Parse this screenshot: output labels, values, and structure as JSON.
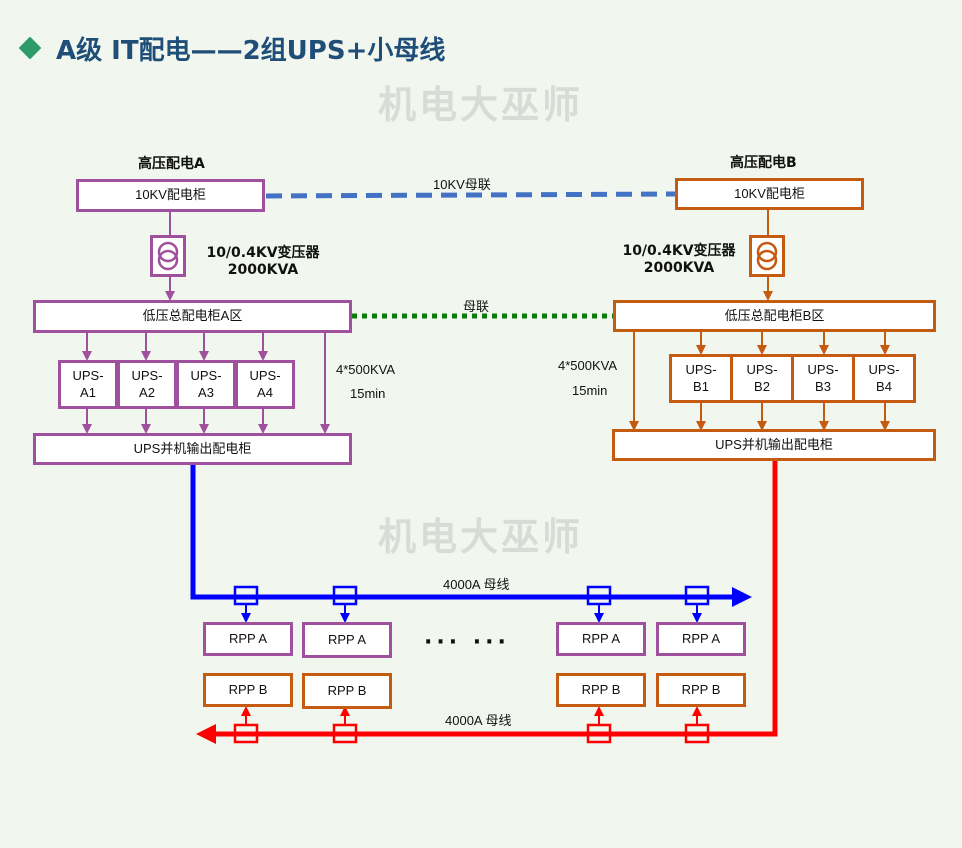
{
  "title": "A级 IT配电——2组UPS+小母线",
  "watermark": "机电大巫师",
  "colors": {
    "purple": "#a0519d",
    "orange": "#c55a11",
    "blue_bus": "#0000ff",
    "red_bus": "#ff0000",
    "dash_blue": "#4472c4",
    "dot_green": "#0a7a0a",
    "title": "#1f4e79",
    "diamond": "#2e9a6a"
  },
  "side_a": {
    "header": "高压配电A",
    "hv_cabinet": "10KV配电柜",
    "transformer_label_line1": "10/0.4KV变压器",
    "transformer_label_line2": "2000KVA",
    "lv_cabinet": "低压总配电柜A区",
    "ups": [
      {
        "line1": "UPS-",
        "line2": "A1"
      },
      {
        "line1": "UPS-",
        "line2": "A2"
      },
      {
        "line1": "UPS-",
        "line2": "A3"
      },
      {
        "line1": "UPS-",
        "line2": "A4"
      }
    ],
    "ups_capacity": "4*500KVA",
    "ups_backup": "15min",
    "ups_output": "UPS并机输出配电柜"
  },
  "side_b": {
    "header": "高压配电B",
    "hv_cabinet": "10KV配电柜",
    "transformer_label_line1": "10/0.4KV变压器",
    "transformer_label_line2": "2000KVA",
    "lv_cabinet": "低压总配电柜B区",
    "ups": [
      {
        "line1": "UPS-",
        "line2": "B1"
      },
      {
        "line1": "UPS-",
        "line2": "B2"
      },
      {
        "line1": "UPS-",
        "line2": "B3"
      },
      {
        "line1": "UPS-",
        "line2": "B4"
      }
    ],
    "ups_capacity": "4*500KVA",
    "ups_backup": "15min",
    "ups_output": "UPS并机输出配电柜"
  },
  "hv_tie": "10KV母联",
  "lv_tie": "母联",
  "bus_a_label": "4000A 母线",
  "bus_b_label": "4000A 母线",
  "rpp_a": [
    "RPP A",
    "RPP A",
    "RPP A",
    "RPP A"
  ],
  "rpp_b": [
    "RPP B",
    "RPP B",
    "RPP B",
    "RPP B"
  ],
  "ellipsis": "··· ···",
  "icons": {
    "transformer": "transformer-icon",
    "tap_box": "tap-box-icon"
  }
}
